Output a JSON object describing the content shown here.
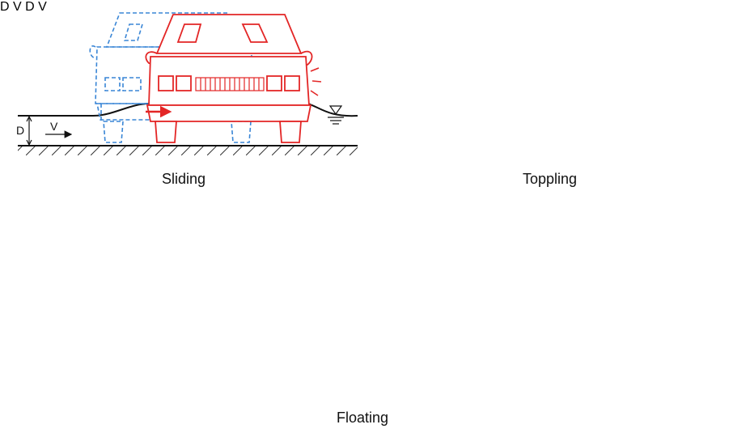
{
  "panels": {
    "sliding": {
      "caption": "Sliding",
      "depth_label": "D",
      "velocity_label": "V"
    },
    "toppling": {
      "caption": "Toppling",
      "depth_label": "D",
      "velocity_label": "V"
    },
    "floating": {
      "caption": "Floating",
      "depth_label": "D",
      "velocity_label": "V"
    }
  },
  "colors": {
    "original_position": "#3a86d6",
    "displaced_vehicle": "#e32626",
    "water_surface": "#111111",
    "ground_hatch": "#333333"
  },
  "icons": [
    "water-level-symbol",
    "velocity-arrow",
    "force-arrow",
    "impact-marks"
  ]
}
